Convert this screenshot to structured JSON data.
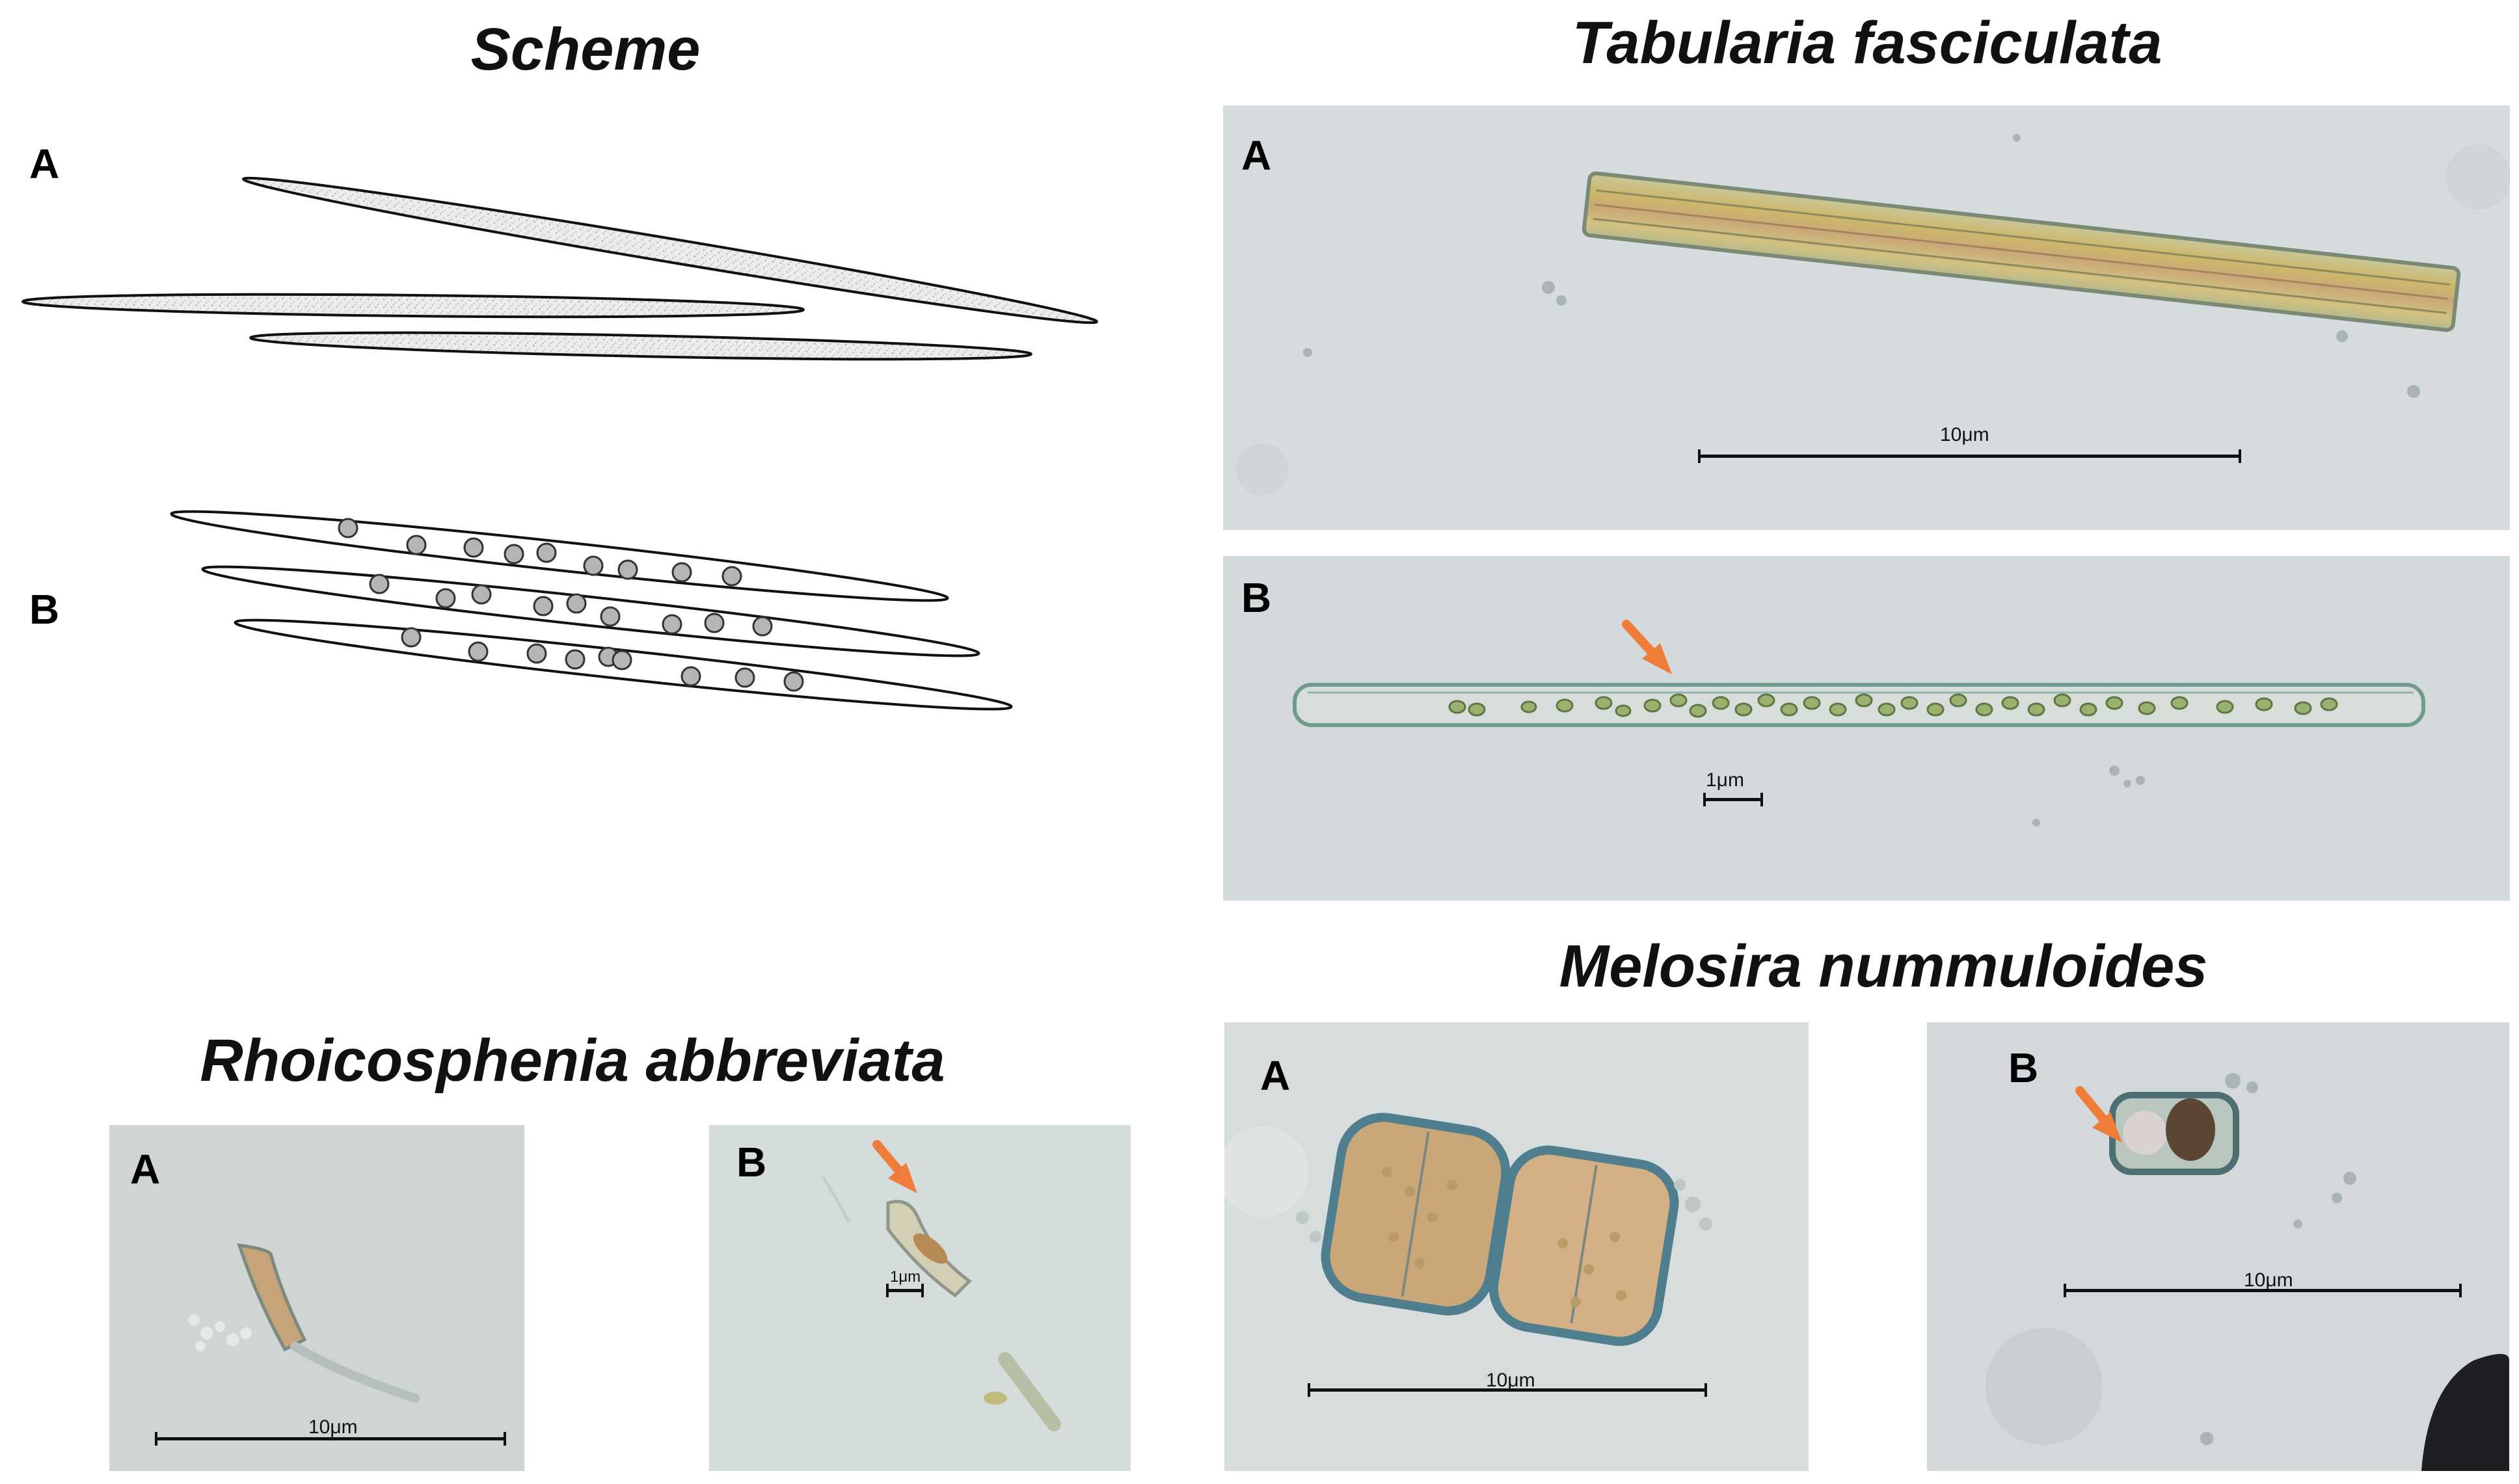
{
  "titles": {
    "scheme": "Scheme",
    "tabularia": "Tabularia fasciculata",
    "melosira": "Melosira nummuloides",
    "rhoicosphenia": "Rhoicosphenia abbreviata"
  },
  "labels": {
    "a": "A",
    "b": "B"
  },
  "scale_bars": {
    "tab_a": "10μm",
    "tab_b": "1μm",
    "mel_a": "10μm",
    "mel_b": "10μm",
    "rho_a": "10μm",
    "rho_b": "1μm"
  },
  "colors": {
    "arrow": "#f07c3a",
    "background_micrograph": "#d8dde0",
    "outline": "#111111"
  },
  "icons": [
    "orange-arrow-icon"
  ]
}
